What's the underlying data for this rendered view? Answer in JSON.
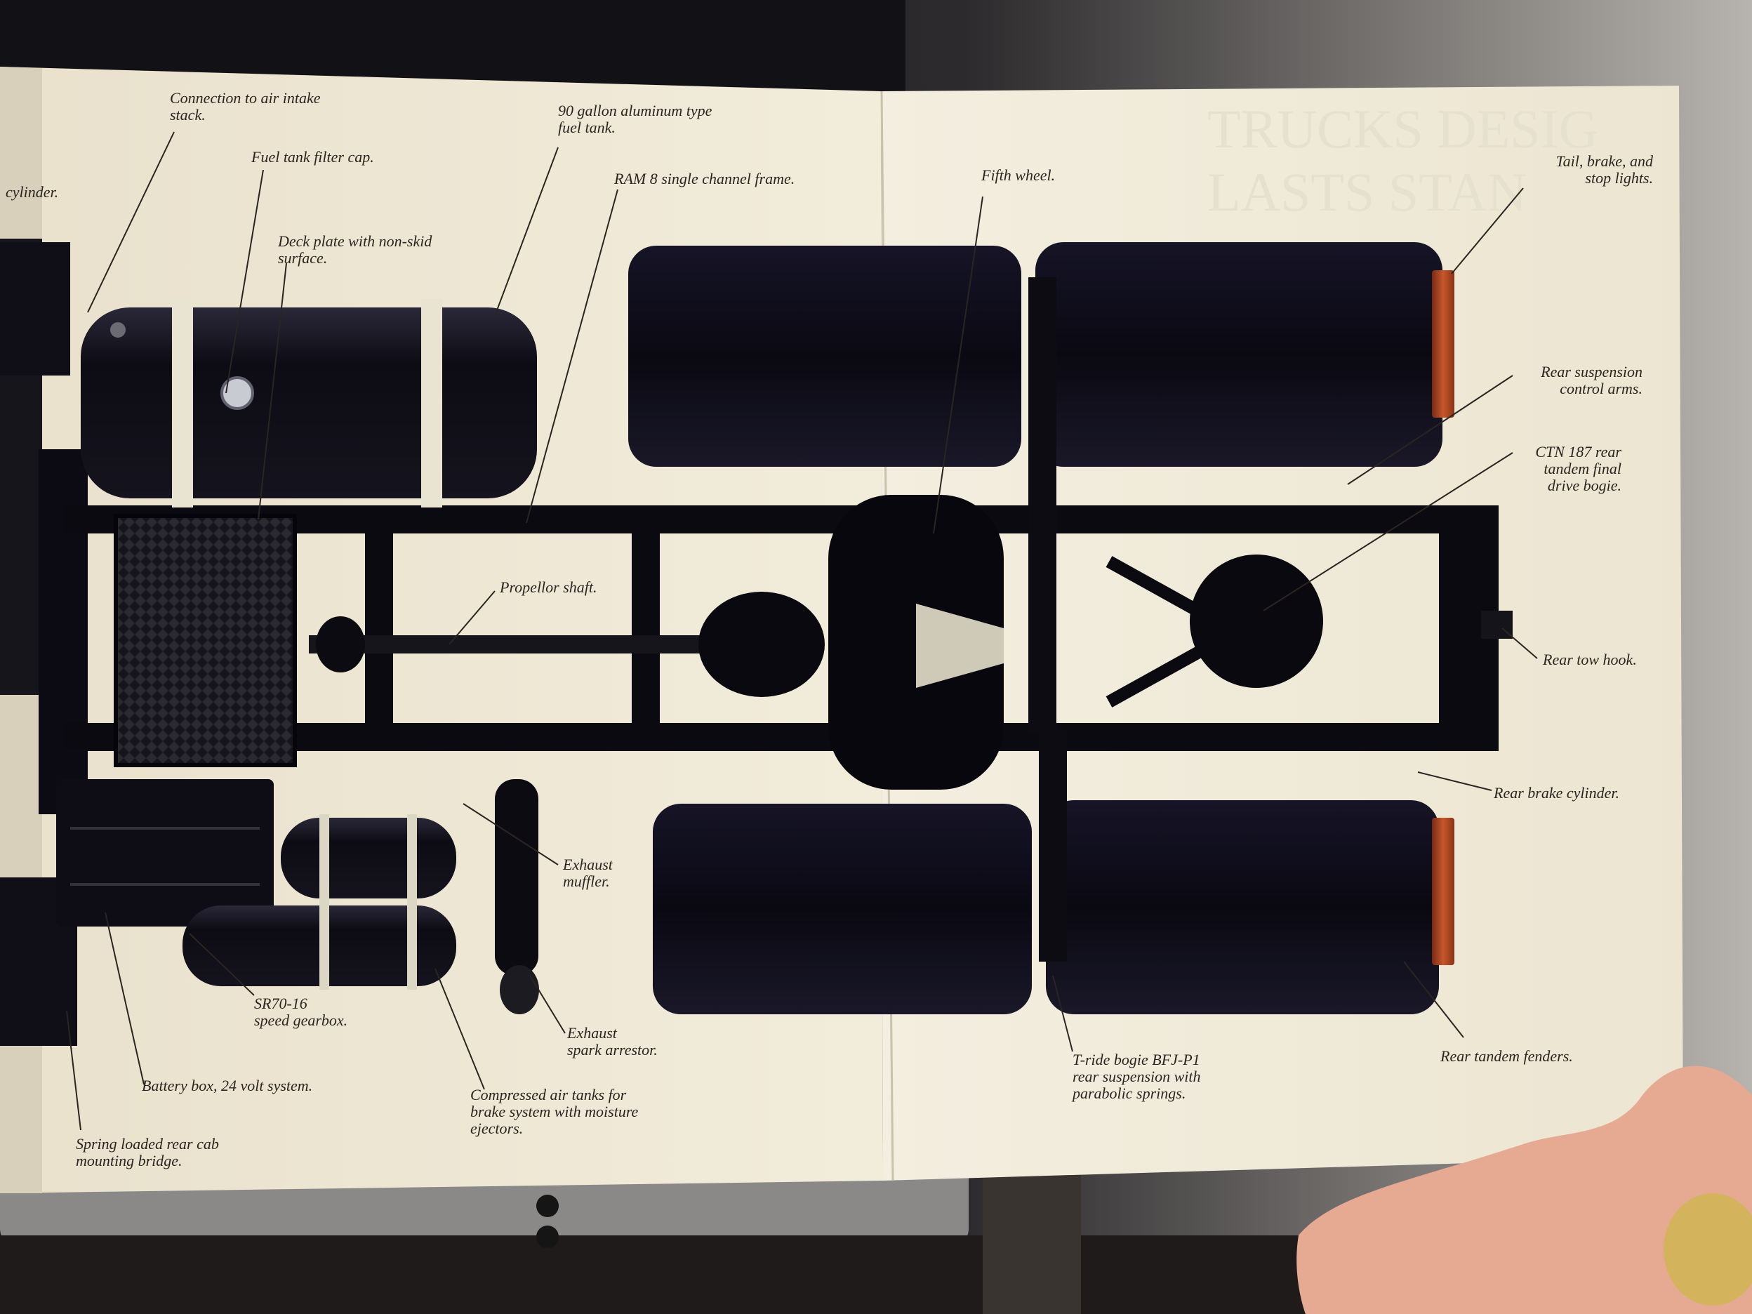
{
  "brochure": {
    "colors": {
      "paper": "#efe8d6",
      "frame": "#0c0a10",
      "tire": "#0e0c18",
      "lamp": "#b2401e",
      "background": "#3a3634"
    },
    "labels": {
      "brake_cylinder_left": "cylinder.",
      "air_intake": "Connection to air intake\nstack.",
      "fuel_filter_cap": "Fuel tank filter cap.",
      "deck_plate": "Deck plate with non-skid\nsurface.",
      "fuel_tank": "90 gallon aluminum type\nfuel tank.",
      "frame": "RAM 8 single channel frame.",
      "fifth_wheel": "Fifth wheel.",
      "tail_lights": "Tail, brake, and\nstop lights.",
      "rear_suspension_arms": "Rear suspension\ncontrol arms.",
      "drive_bogie": "CTN 187 rear\ntandem final\ndrive bogie.",
      "propeller_shaft": "Propellor shaft.",
      "rear_tow_hook": "Rear tow hook.",
      "rear_brake_cylinder": "Rear brake cylinder.",
      "exhaust_muffler": "Exhaust\nmuffler.",
      "gearbox": "SR70-16\nspeed gearbox.",
      "exhaust_spark_arrestor": "Exhaust\nspark arrestor.",
      "battery_box": "Battery box, 24 volt system.",
      "air_tanks": "Compressed air tanks for\nbrake system with moisture\nejectors.",
      "t_ride_bogie": "T-ride bogie BFJ-P1\nrear suspension with\nparabolic springs.",
      "rear_fenders": "Rear tandem fenders.",
      "cab_bridge": "Spring loaded rear cab\nmounting bridge."
    }
  }
}
